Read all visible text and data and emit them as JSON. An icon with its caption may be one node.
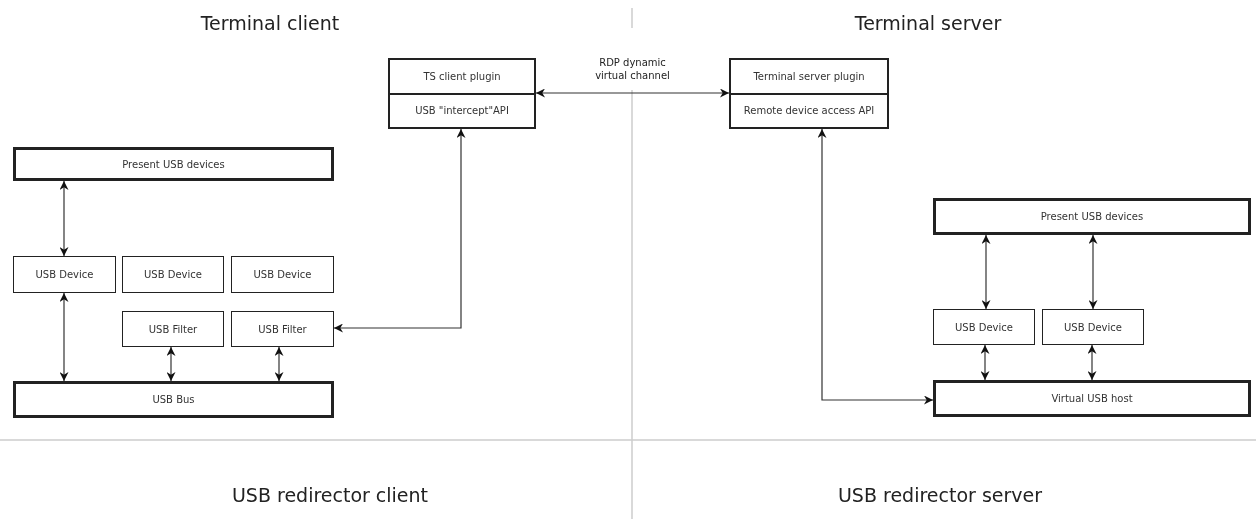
{
  "diagram": {
    "nodes": [
      {
        "text": [
          "TS client plugin",
          "USB \"intercept\"API"
        ]
      },
      {
        "text": [
          "Terminal server plugin",
          "Remote device access API"
        ]
      },
      {
        "text": [
          "Present USB devices"
        ]
      },
      {
        "text": [
          "USB Device"
        ]
      },
      {
        "text": [
          "USB Device"
        ]
      },
      {
        "text": [
          "USB Device"
        ]
      },
      {
        "text": [
          "USB Filter"
        ]
      },
      {
        "text": [
          "USB Filter"
        ]
      },
      {
        "text": [
          "USB Bus"
        ]
      },
      {
        "text": [
          "Present USB devices"
        ]
      },
      {
        "text": [
          "USB Device"
        ]
      },
      {
        "text": [
          "USB Device"
        ]
      },
      {
        "text": [
          "Virtual USB host"
        ]
      }
    ],
    "edges": [
      {
        "from": 0,
        "to": 1,
        "arrow": "both",
        "label": "RDP dynamic virtual channel"
      },
      {
        "from": 7,
        "to": 0,
        "arrow": "both"
      },
      {
        "from": 1,
        "to": 12,
        "arrow": "both"
      },
      {
        "from": 2,
        "to": 3,
        "arrow": "both"
      },
      {
        "from": 3,
        "to": 8,
        "arrow": "both"
      },
      {
        "from": 6,
        "to": 8,
        "arrow": "both"
      },
      {
        "from": 7,
        "to": 8,
        "arrow": "both"
      },
      {
        "from": 9,
        "to": 10,
        "arrow": "both"
      },
      {
        "from": 9,
        "to": 11,
        "arrow": "both"
      },
      {
        "from": 10,
        "to": 12,
        "arrow": "both"
      },
      {
        "from": 11,
        "to": 12,
        "arrow": "both"
      }
    ],
    "labels": [
      "Terminal client",
      "Terminal server",
      "USB redirector client",
      "USB redirector server"
    ]
  }
}
